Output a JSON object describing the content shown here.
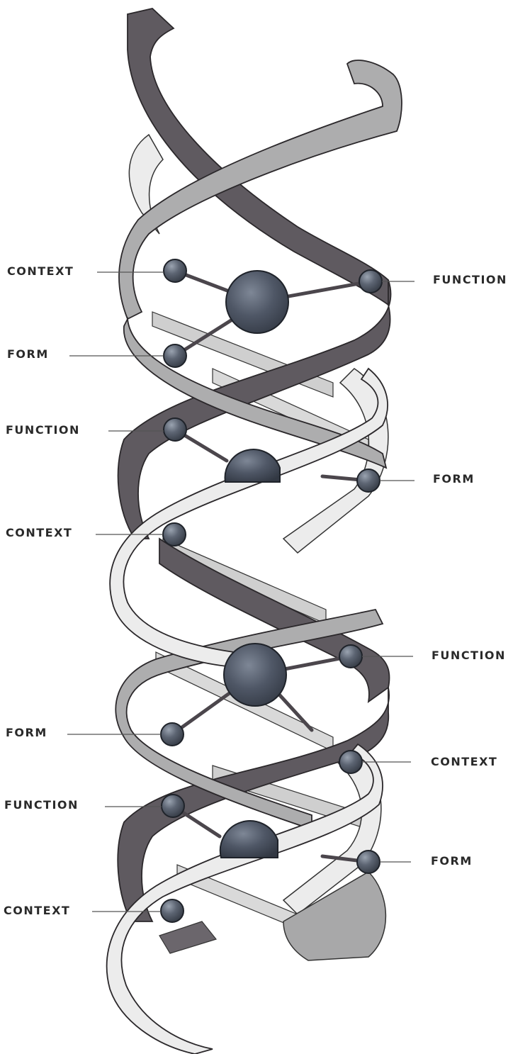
{
  "diagram": {
    "colors": {
      "dark_strand": "#5f5a60",
      "dark_strand_shadow": "#443f45",
      "mid_strand": "#adadae",
      "light_strand": "#ececec",
      "rung": "#b8b8b9",
      "node": "#4a5260",
      "node_highlight": "#8a94a3",
      "connector": "#4b464c",
      "leader_line": "#555555",
      "text": "#2a2a2a"
    },
    "labels": [
      {
        "id": "l1",
        "text": "CONTEXT",
        "side": "left"
      },
      {
        "id": "l2",
        "text": "FUNCTION",
        "side": "right"
      },
      {
        "id": "l3",
        "text": "FORM",
        "side": "left"
      },
      {
        "id": "l4",
        "text": "FUNCTION",
        "side": "left"
      },
      {
        "id": "l5",
        "text": "FORM",
        "side": "right"
      },
      {
        "id": "l6",
        "text": "CONTEXT",
        "side": "left"
      },
      {
        "id": "l7",
        "text": "FUNCTION",
        "side": "right"
      },
      {
        "id": "l8",
        "text": "FORM",
        "side": "left"
      },
      {
        "id": "l9",
        "text": "CONTEXT",
        "side": "right"
      },
      {
        "id": "l10",
        "text": "FUNCTION",
        "side": "left"
      },
      {
        "id": "l11",
        "text": "FORM",
        "side": "right"
      },
      {
        "id": "l12",
        "text": "CONTEXT",
        "side": "left"
      }
    ]
  }
}
